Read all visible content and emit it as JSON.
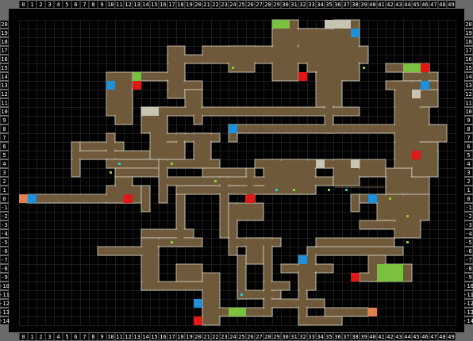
{
  "map": {
    "cols": [
      "0",
      "1",
      "2",
      "3",
      "4",
      "5",
      "6",
      "7",
      "8",
      "9",
      "10",
      "11",
      "12",
      "13",
      "14",
      "15",
      "16",
      "17",
      "18",
      "19",
      "20",
      "21",
      "22",
      "23",
      "24",
      "25",
      "26",
      "27",
      "28",
      "29",
      "30",
      "31",
      "32",
      "33",
      "34",
      "35",
      "36",
      "37",
      "38",
      "39",
      "40",
      "41",
      "42",
      "43",
      "44",
      "45",
      "46",
      "47",
      "48",
      "49"
    ],
    "rows": [
      "20",
      "19",
      "18",
      "17",
      "16",
      "15",
      "14",
      "13",
      "12",
      "11",
      "10",
      "9",
      "8",
      "7",
      "6",
      "5",
      "4",
      "3",
      "2",
      "1",
      "0",
      "-1",
      "-2",
      "-3",
      "-4",
      "-5",
      "-6",
      "-7",
      "-8",
      "-9",
      "-10",
      "-11",
      "-12",
      "-13",
      "-14"
    ]
  },
  "colors": {
    "background": "#000000",
    "grid": "#1c1c1c",
    "border": "#6a6a6a",
    "label_box": "#6a6a6a",
    "floor": "#6e5a3a",
    "floor_outline": "#d8d4c8",
    "door_red": "#e01818",
    "door_blue": "#1f8fd8",
    "door_green": "#7cc040",
    "door_gray": "#c8c4b4",
    "door_orange": "#e08050",
    "item_green": "#8cd030",
    "item_cyan": "#30c8d8"
  }
}
